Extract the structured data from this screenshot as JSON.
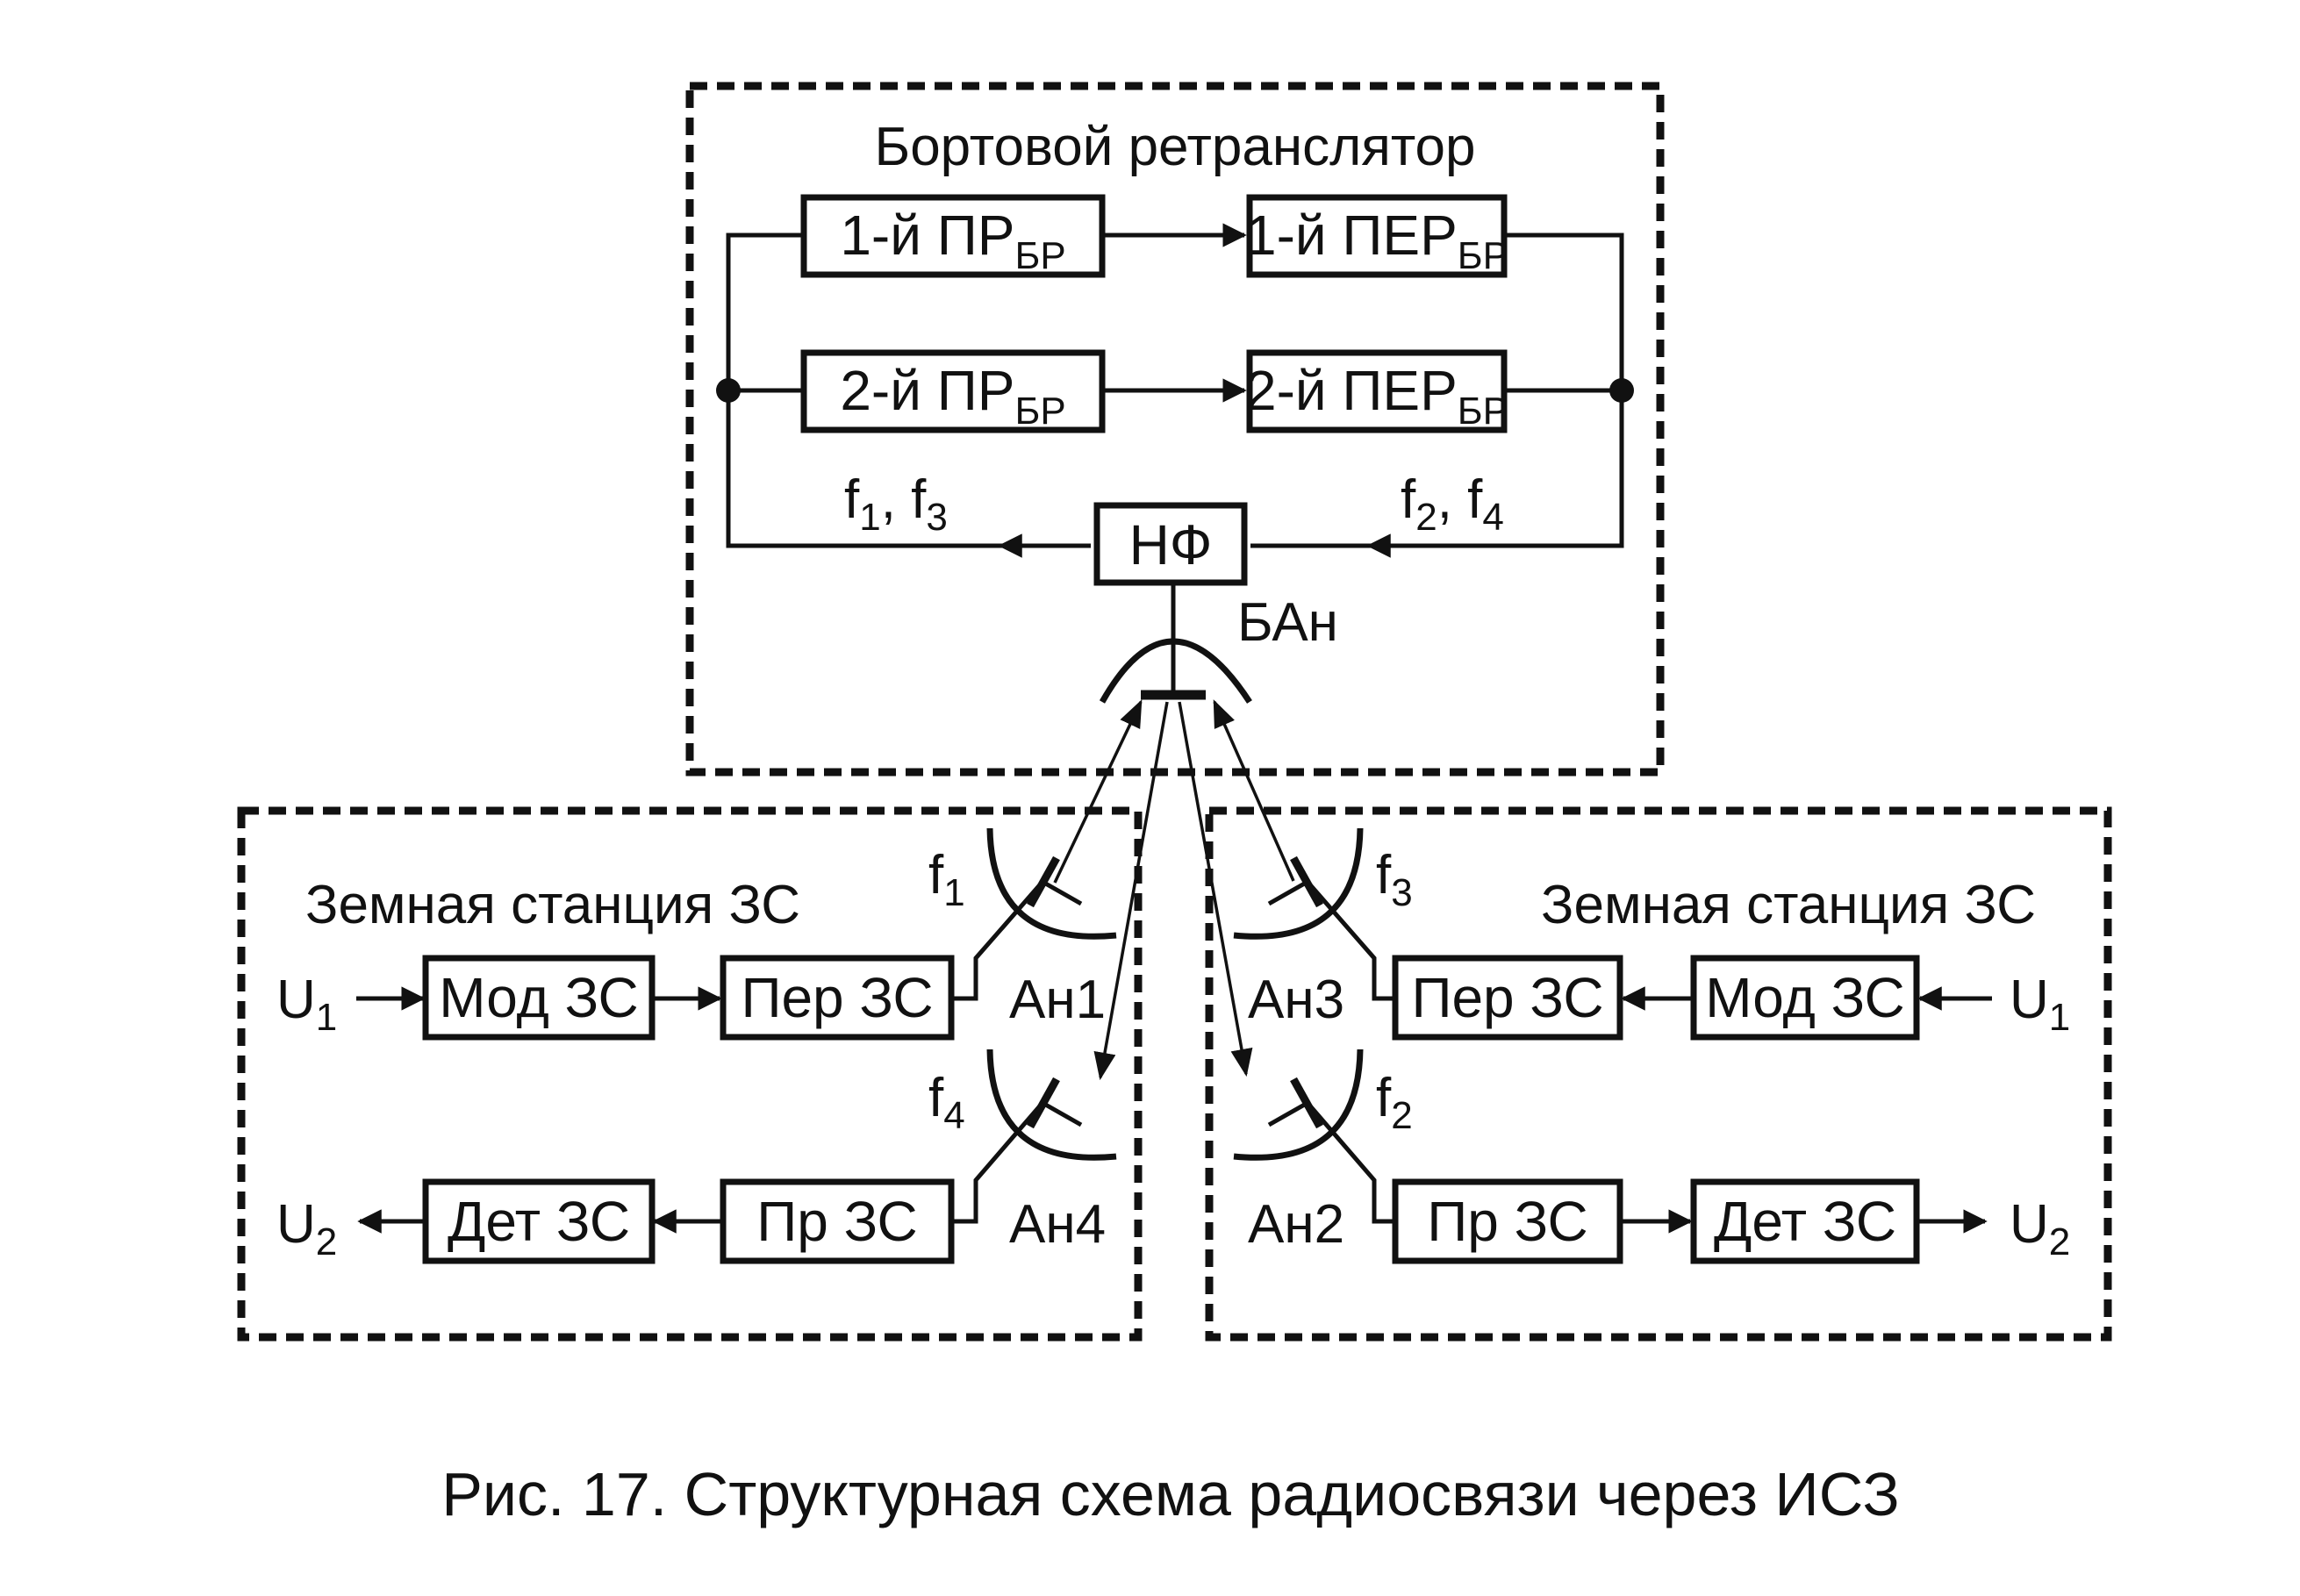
{
  "caption": "Рис. 17. Структурная схема радиосвязи через ИСЗ",
  "repeater": {
    "title": "Бортовой ретранслятор",
    "rx1": {
      "main": "1-й ПР",
      "sub": "БР"
    },
    "tx1": {
      "main": "1-й ПЕР",
      "sub": "БР"
    },
    "rx2": {
      "main": "2-й ПР",
      "sub": "БР"
    },
    "tx2": {
      "main": "2-й ПЕР",
      "sub": "БР"
    },
    "filter": "НФ",
    "freq_left": {
      "a": "f",
      "a_sub": "1",
      "sep": ", ",
      "b": "f",
      "b_sub": "3"
    },
    "freq_right": {
      "a": "f",
      "a_sub": "2",
      "sep": ", ",
      "b": "f",
      "b_sub": "4"
    },
    "antenna": "БАн"
  },
  "left_station": {
    "title": "Земная станция ЗС",
    "input": {
      "main": "U",
      "sub": "1"
    },
    "output": {
      "main": "U",
      "sub": "2"
    },
    "mod": "Мод ЗС",
    "tx": "Пер ЗС",
    "rx": "Пр ЗС",
    "det": "Дет ЗС",
    "antenna_tx": "Ан1",
    "antenna_rx": "Ан4",
    "freq_tx": {
      "main": "f",
      "sub": "1"
    },
    "freq_rx": {
      "main": "f",
      "sub": "4"
    }
  },
  "right_station": {
    "title": "Земная станция ЗС",
    "input": {
      "main": "U",
      "sub": "1"
    },
    "output": {
      "main": "U",
      "sub": "2"
    },
    "mod": "Мод ЗС",
    "tx": "Пер ЗС",
    "rx": "Пр ЗС",
    "det": "Дет ЗС",
    "antenna_tx": "Ан3",
    "antenna_rx": "Ан2",
    "freq_tx": {
      "main": "f",
      "sub": "3"
    },
    "freq_rx": {
      "main": "f",
      "sub": "2"
    }
  }
}
